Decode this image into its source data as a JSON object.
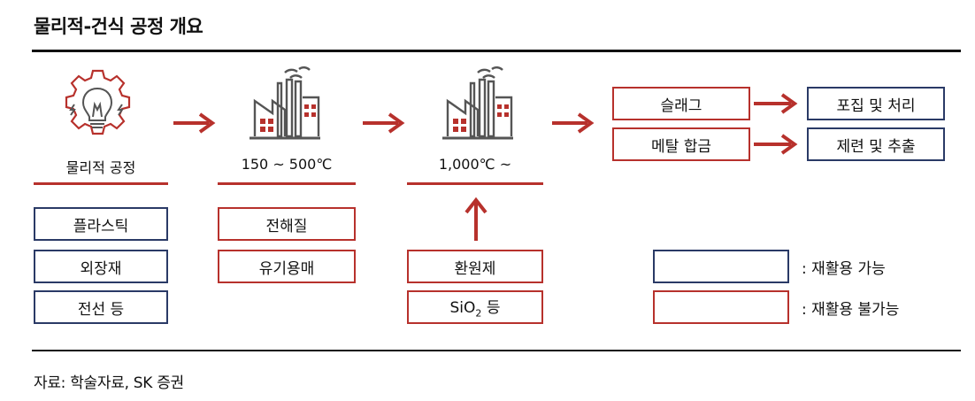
{
  "title": "물리적-건식 공정 개요",
  "colors": {
    "accent_red": "#b7312c",
    "box_blue": "#2a3a66",
    "icon_gray": "#555555"
  },
  "stages": [
    {
      "icon": "gear-bulb-icon",
      "label": "물리적 공정"
    },
    {
      "icon": "factory-icon",
      "label": "150 ~ 500℃"
    },
    {
      "icon": "factory-icon",
      "label": "1,000℃ ~"
    }
  ],
  "inputs": {
    "physical": [
      "플라스틱",
      "외장재",
      "전선 등"
    ],
    "low_temp": [
      "전해질",
      "유기용매"
    ],
    "high_temp": [
      "환원제",
      "SiO",
      "2",
      " 등"
    ]
  },
  "outputs": [
    {
      "product": "슬래그",
      "result": "포집 및 처리"
    },
    {
      "product": "메탈 합금",
      "result": "제련 및 추출"
    }
  ],
  "legend": {
    "recyclable": ": 재활용 가능",
    "non_recyclable": ": 재활용 불가능"
  },
  "source": "자료: 학술자료, SK 증권"
}
